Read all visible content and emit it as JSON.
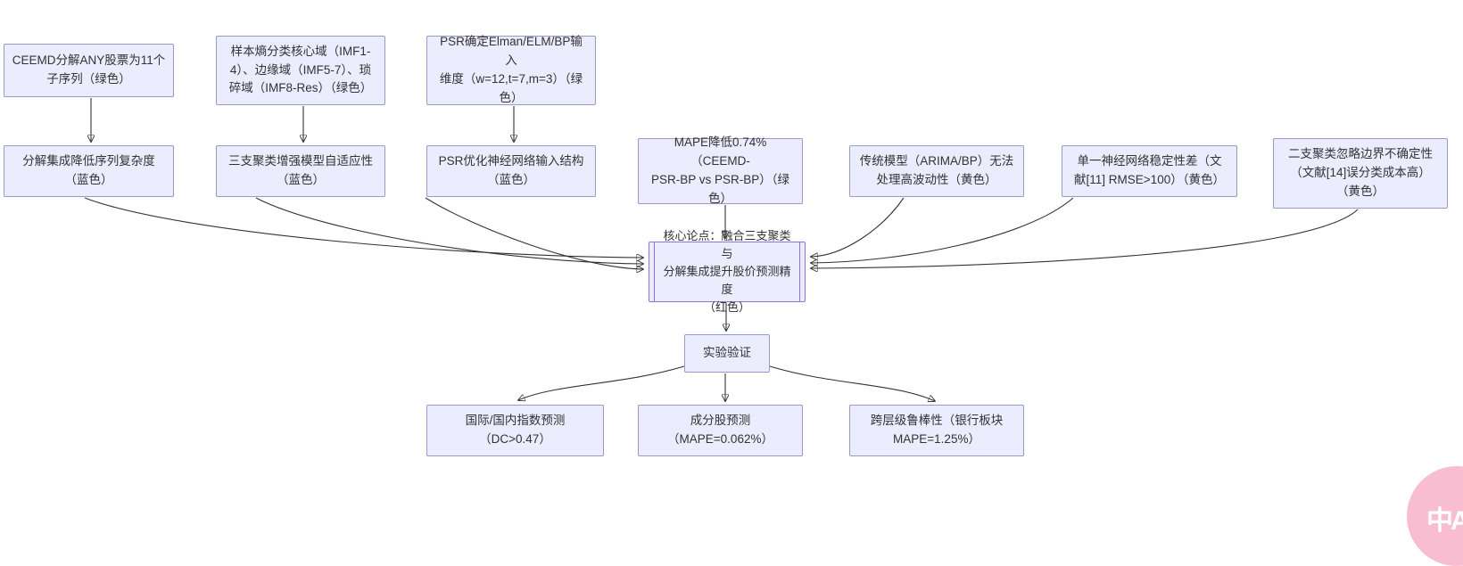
{
  "diagram": {
    "nodes": {
      "ceemd_decompose": {
        "label": "CEEMD分解ANY股票为11个\n子序列（绿色）"
      },
      "sample_entropy": {
        "label": "样本熵分类核心域（IMF1-\n4）、边缘域（IMF5-7）、琐\n碎域（IMF8-Res）（绿色）"
      },
      "psr_dimension": {
        "label": "PSR确定Elman/ELM/BP输入\n维度（w=12,t=7,m=3）（绿\n色）"
      },
      "decompose_ensemble": {
        "label": "分解集成降低序列复杂度\n（蓝色）"
      },
      "three_way_adaptive": {
        "label": "三支聚类增强模型自适应性\n（蓝色）"
      },
      "psr_optimize": {
        "label": "PSR优化神经网络输入结构\n（蓝色）"
      },
      "mape_reduce": {
        "label": "MAPE降低0.74%（CEEMD-\nPSR-BP vs PSR-BP）（绿\n色）"
      },
      "traditional_model": {
        "label": "传统模型（ARIMA/BP）无法\n处理高波动性（黄色）"
      },
      "single_nn": {
        "label": "单一神经网络稳定性差（文\n献[11] RMSE>100）（黄色）"
      },
      "two_way_cluster": {
        "label": "二支聚类忽略边界不确定性\n（文献[14]误分类成本高）\n（黄色）"
      },
      "core_thesis": {
        "label": "核心论点：融合三支聚类与\n分解集成提升股价预测精度\n（红色）"
      },
      "experiment": {
        "label": "实验验证"
      },
      "index_forecast": {
        "label": "国际/国内指数预测\n（DC>0.47）"
      },
      "stock_forecast": {
        "label": "成分股预测\n（MAPE=0.062%）"
      },
      "robustness": {
        "label": "跨层级鲁棒性（银行板块\nMAPE=1.25%）"
      }
    }
  },
  "floating_button": {
    "label": "中A"
  },
  "colors": {
    "node_fill": "#ECECFF",
    "node_border": "#9A9AC8",
    "core_border": "#9370DB",
    "edge": "#333333",
    "float_button": "#F8BDD1",
    "text": "#333333"
  }
}
